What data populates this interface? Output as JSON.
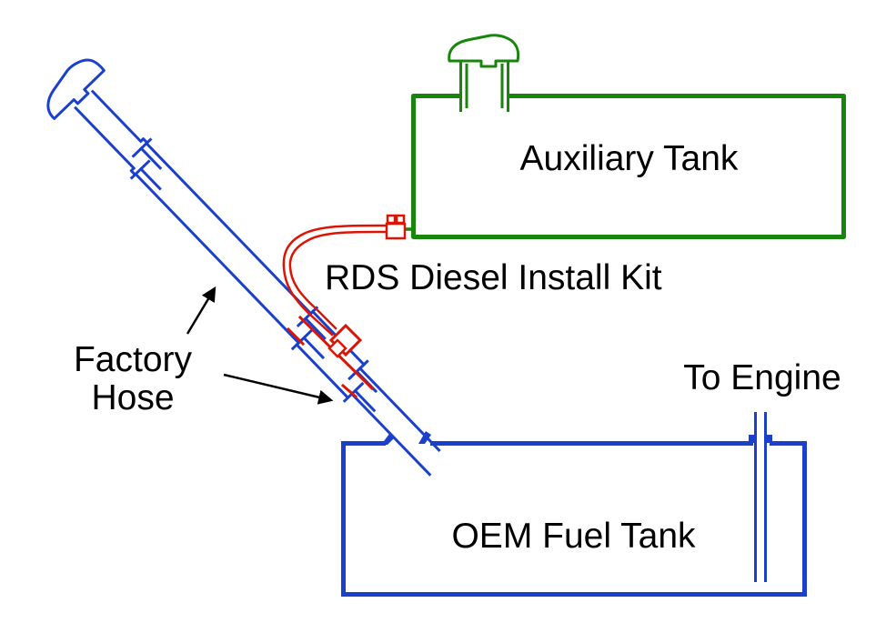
{
  "diagram": {
    "labels": {
      "auxiliary_tank": "Auxiliary Tank",
      "rds_kit": "RDS Diesel Install Kit",
      "factory_hose_line1": "Factory",
      "factory_hose_line2": "Hose",
      "to_engine": "To Engine",
      "oem_fuel_tank": "OEM Fuel Tank"
    },
    "colors": {
      "tank_blue": "#1B41CC",
      "aux_green": "#18860D",
      "kit_red": "#DC1404",
      "label_black": "#000000",
      "background": "#FFFFFF"
    }
  }
}
